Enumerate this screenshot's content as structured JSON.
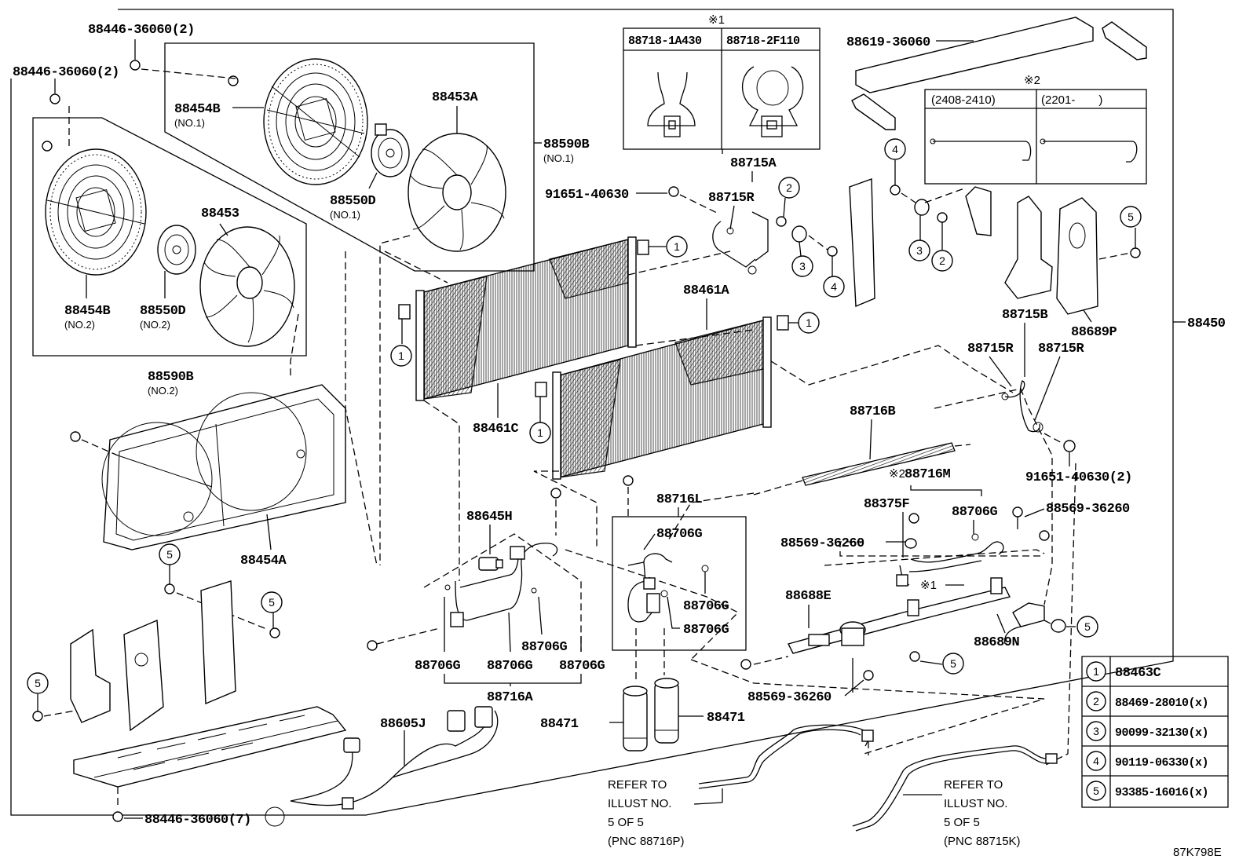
{
  "diagram_id": "87K798E",
  "main_assembly": "88450",
  "note_1": {
    "mark": "※1",
    "variants": [
      "88718-1A430",
      "88718-2F110"
    ]
  },
  "note_2": {
    "mark": "※2",
    "variants": [
      "(2408-2410)",
      "(2201-　　)"
    ]
  },
  "legend": [
    {
      "key": "1",
      "part": "88463C"
    },
    {
      "key": "2",
      "part": "88469-28010(x)"
    },
    {
      "key": "3",
      "part": "90099-32130(x)"
    },
    {
      "key": "4",
      "part": "90119-06330(x)"
    },
    {
      "key": "5",
      "part": "93385-16016(x)"
    }
  ],
  "labels": {
    "bolt_top_1": "88446-36060(2)",
    "bolt_top_2": "88446-36060(2)",
    "shroud_no1": "88454B",
    "shroud_no1_sub": "(NO.1)",
    "fan_no1": "88453A",
    "fan_assy_no1": "88590B",
    "fan_assy_no1_sub": "(NO.1)",
    "motor_no1": "88550D",
    "motor_no1_sub": "(NO.1)",
    "shroud_no2": "88454B",
    "shroud_no2_sub": "(NO.2)",
    "fan_no2": "88453",
    "motor_no2": "88550D",
    "motor_no2_sub": "(NO.2)",
    "fan_assy_no2": "88590B",
    "fan_assy_no2_sub": "(NO.2)",
    "frame": "88454A",
    "bolt_bottom": "88446-36060(7)",
    "harness": "88605J",
    "pressure_switch": "88645H",
    "o_ring_a1": "88706G",
    "o_ring_a2": "88706G",
    "o_ring_a3": "88706G",
    "o_ring_a4": "88706G",
    "tube_a": "88716A",
    "tube_l": "88716L",
    "o_ring_l1": "88706G",
    "o_ring_l2": "88706G",
    "o_ring_l3": "88706G",
    "receiver_1": "88471",
    "receiver_2": "88471",
    "condenser_c": "88461C",
    "condenser_a": "88461A",
    "clamp_a": "88715A",
    "clamp_r_top": "88715R",
    "bolt_91651": "91651-40630",
    "bolt_91651_2": "91651-40630(2)",
    "tube_b": "88715B",
    "clamp_r_left": "88715R",
    "clamp_r_right": "88715R",
    "bracket_p": "88689P",
    "bar_top": "88619-36060",
    "tube_16b": "88716B",
    "tube_16m": "88716M",
    "note2_mark_inline": "※2",
    "valve_375f": "88375F",
    "o_ring_m": "88706G",
    "bolt_88569_a": "88569-36260",
    "bolt_88569_b": "88569-36260",
    "bolt_88569_c": "88569-36260",
    "note1_mark_inline": "※1",
    "bracket_e": "88688E",
    "bracket_n": "88689N",
    "refer_left": [
      "REFER TO",
      "ILLUST NO.",
      "5 OF 5",
      "(PNC 88716P)"
    ],
    "refer_right": [
      "REFER TO",
      "ILLUST NO.",
      "5 OF 5",
      "(PNC 88715K)"
    ]
  },
  "callouts": {
    "c1a": "1",
    "c1b": "1",
    "c1c": "1",
    "c1d": "1",
    "c2a": "2",
    "c2b": "2",
    "c3a": "3",
    "c3b": "3",
    "c4a": "4",
    "c4b": "4",
    "c5a": "5",
    "c5b": "5",
    "c5c": "5",
    "c5d": "5",
    "c5e": "5",
    "c5f": "5"
  }
}
